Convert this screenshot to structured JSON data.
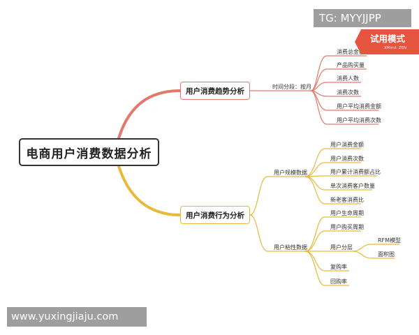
{
  "root": {
    "label": "电商用户消费数据分析"
  },
  "branches": [
    {
      "label": "用户消费趋势分析",
      "color": "#e3786c",
      "groups": [
        {
          "label": "时间分段：按月",
          "items": [
            {
              "label": "消费总金额"
            },
            {
              "label": "产品购买量"
            },
            {
              "label": "消费人数"
            },
            {
              "label": "消费次数"
            },
            {
              "label": "用户平均消费金额"
            },
            {
              "label": "用户平均消费次数"
            }
          ]
        }
      ]
    },
    {
      "label": "用户消费行为分析",
      "color": "#e9b93a",
      "groups": [
        {
          "label": "用户规模数据",
          "items": [
            {
              "label": "用户消费金额"
            },
            {
              "label": "用户消费次数"
            },
            {
              "label": "用户累计消费额占比"
            },
            {
              "label": "单次消费客户数量"
            },
            {
              "label": "新老客消费比"
            }
          ]
        },
        {
          "label": "用户粘性数据",
          "items": [
            {
              "label": "用户生命周期"
            },
            {
              "label": "用户购买周期"
            },
            {
              "label": "用户分层",
              "children": [
                {
                  "label": "RFM模型"
                },
                {
                  "label": "面积图"
                }
              ]
            },
            {
              "label": "复购率"
            },
            {
              "label": "回购率"
            }
          ]
        }
      ]
    }
  ],
  "watermarks": {
    "top": "TG: MYYJJPP",
    "bottom": "www.yuxingjiaju.com"
  },
  "trial_badge": {
    "main": "试用模式",
    "sub": "XMind: ZEN"
  }
}
